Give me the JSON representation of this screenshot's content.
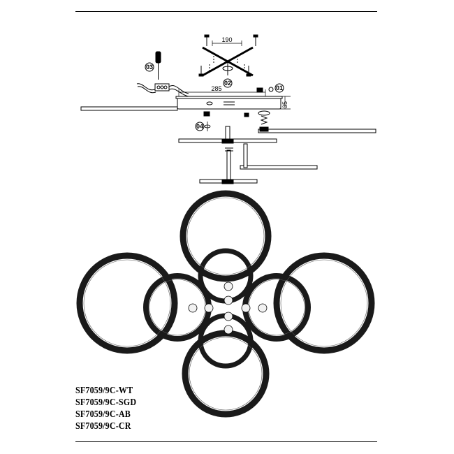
{
  "dimensions": {
    "bar_spacing": "190",
    "canopy_width": "285",
    "canopy_height": "35"
  },
  "callouts": [
    "01",
    "02",
    "03",
    "04"
  ],
  "models": [
    "SF7059/9C-WT",
    "SF7059/9C-SGD",
    "SF7059/9C-AB",
    "SF7059/9C-CR"
  ],
  "colors": {
    "line": "#000000",
    "ring_fill": "#1a1a1a",
    "background": "#ffffff"
  }
}
